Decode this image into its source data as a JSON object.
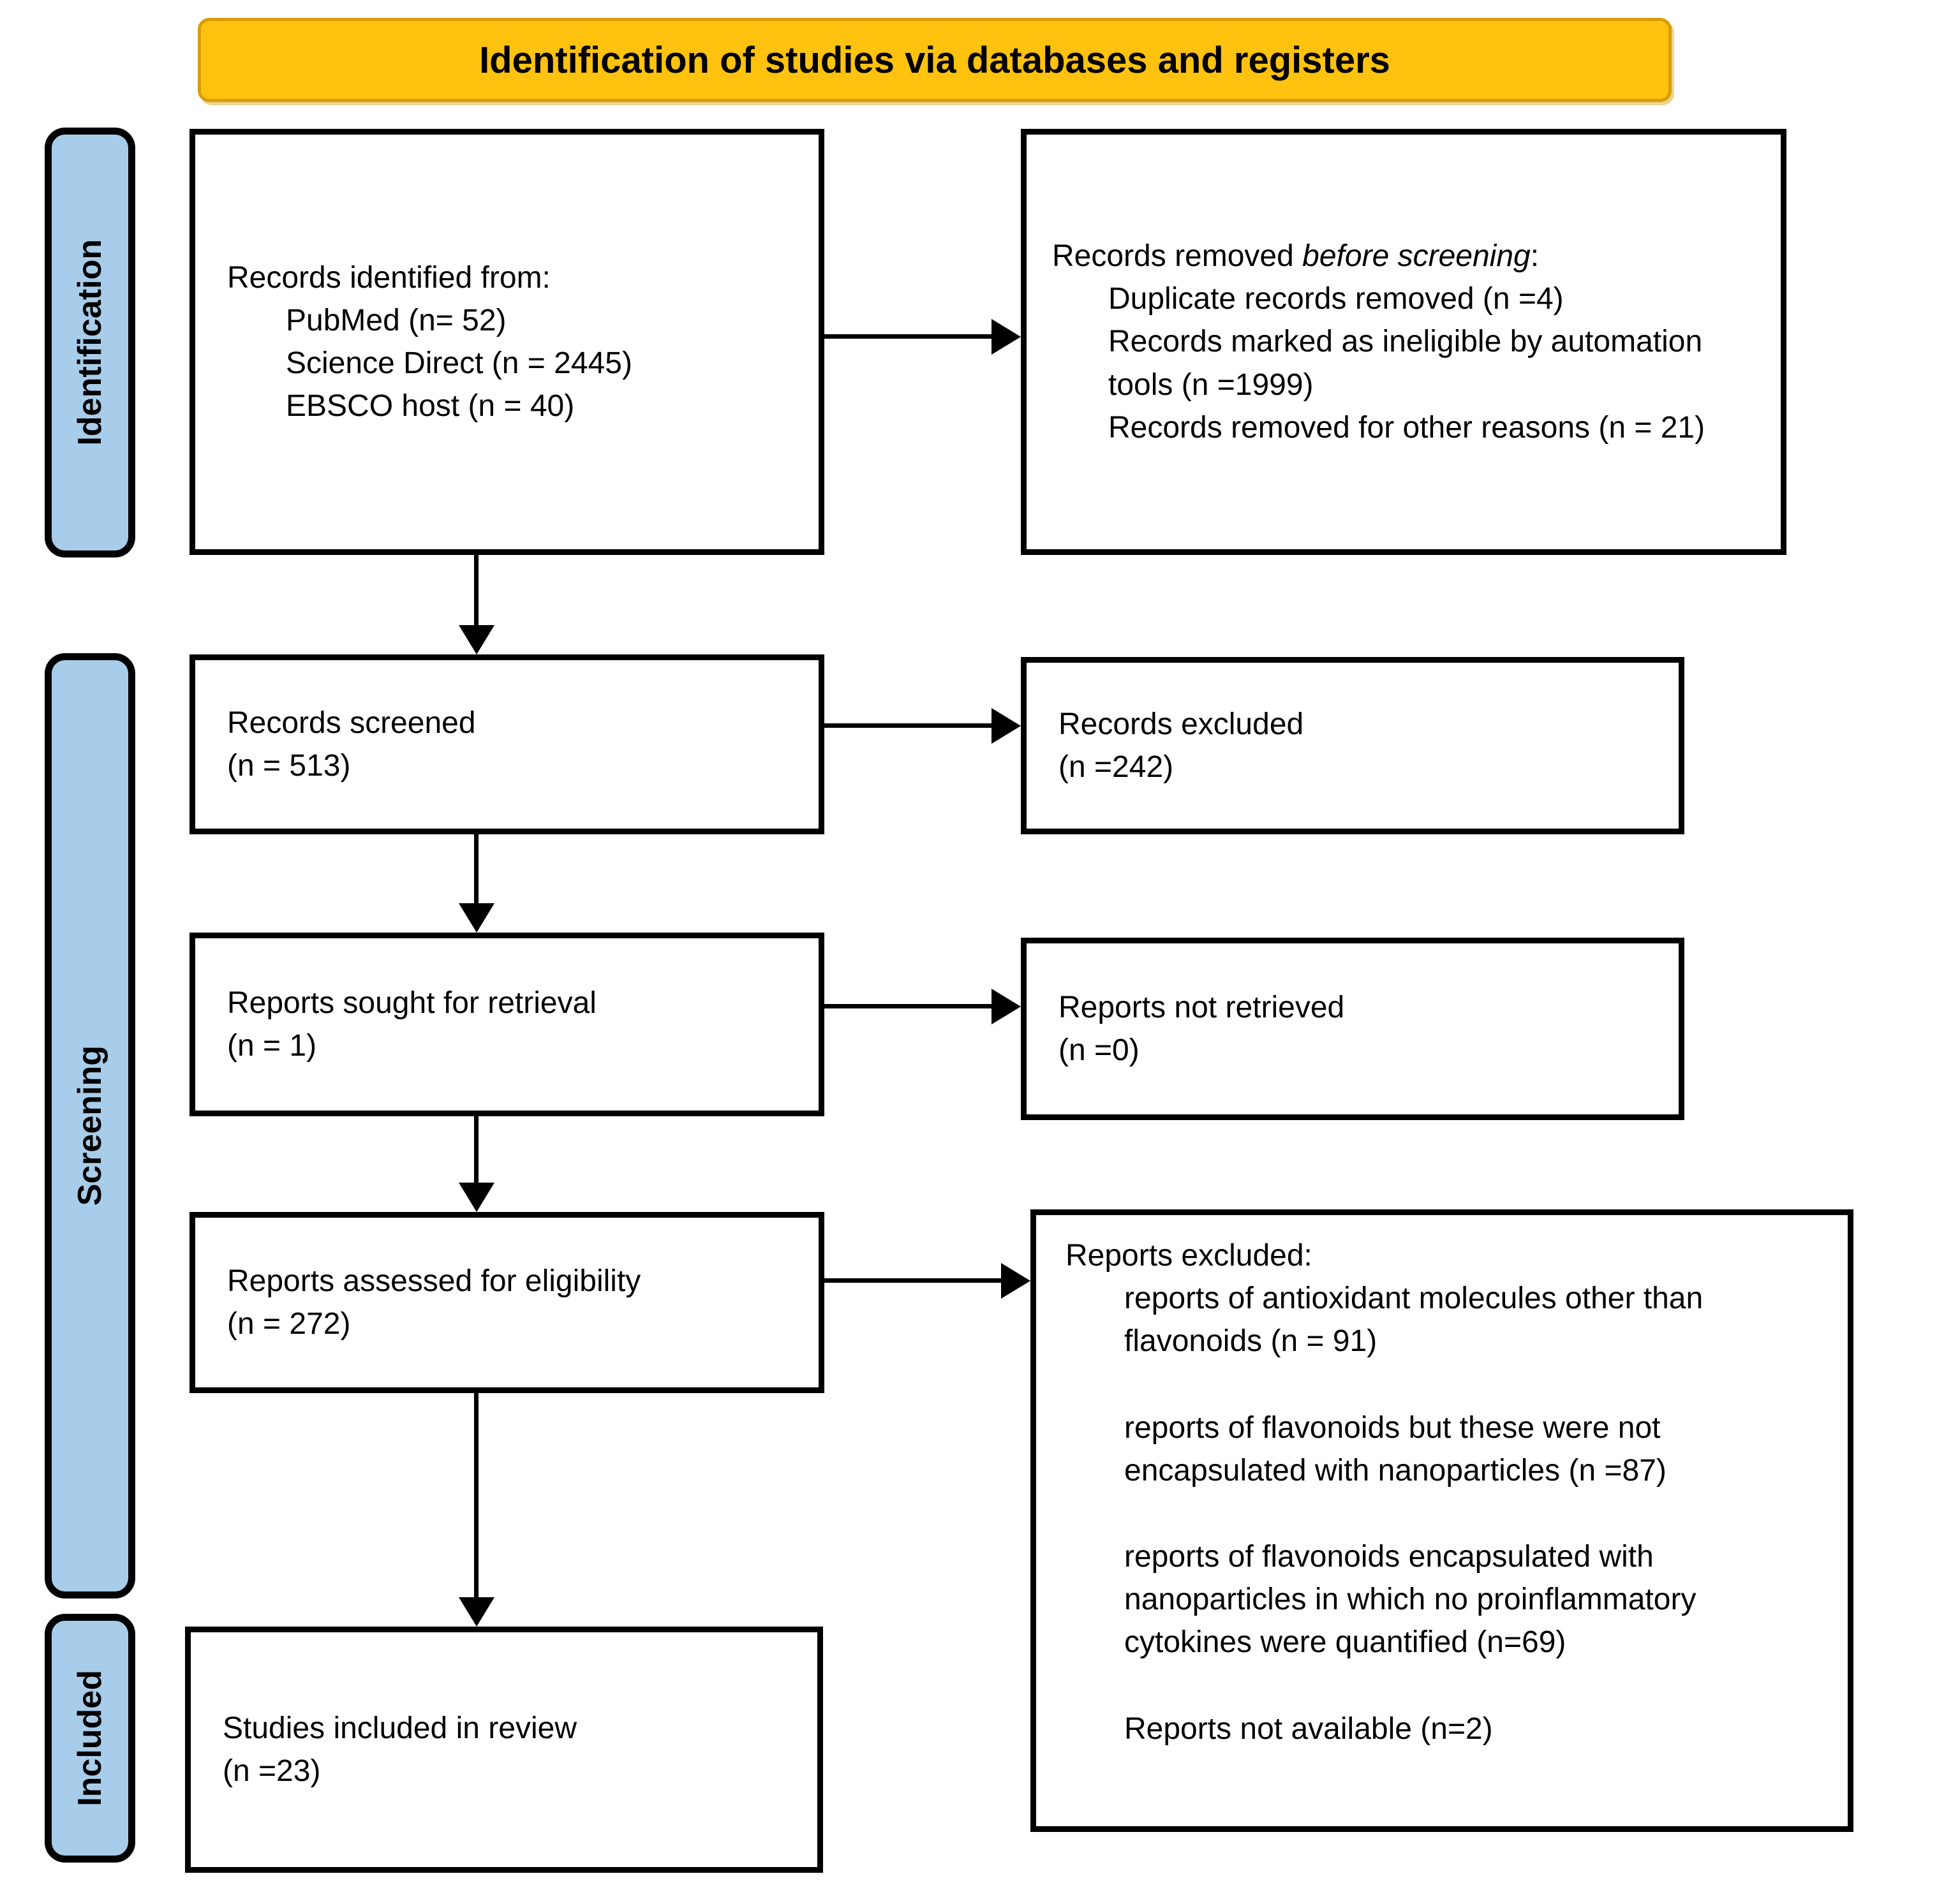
{
  "title": "Identification of studies via databases and registers",
  "colors": {
    "banner_bg": "#FFC20E",
    "banner_border": "#D99C06",
    "stage_bg": "#A8CDEA",
    "line": "#000000"
  },
  "stages": [
    "Identification",
    "Screening",
    "Included"
  ],
  "boxes": {
    "records_identified": {
      "heading": "Records identified from:",
      "items": [
        "PubMed (n= 52)",
        "Science Direct (n = 2445)",
        "EBSCO host (n = 40)"
      ]
    },
    "records_removed": {
      "heading_prefix": "Records removed ",
      "heading_italic": "before screening",
      "heading_suffix": ":",
      "items": [
        "Duplicate records removed (n =4)",
        "Records marked as ineligible by automation tools (n =1999)",
        "Records removed for other reasons (n = 21)"
      ]
    },
    "records_screened": {
      "label": "Records screened",
      "count": "(n = 513)"
    },
    "records_excluded": {
      "label": "Records excluded",
      "count": "(n =242)"
    },
    "reports_sought": {
      "label": "Reports sought for retrieval",
      "count": "(n = 1)"
    },
    "reports_not_retrieved": {
      "label": "Reports not retrieved",
      "count": "(n =0)"
    },
    "reports_assessed": {
      "label": "Reports assessed for eligibility",
      "count": "(n = 272)"
    },
    "reports_excluded": {
      "heading": "Reports excluded:",
      "items": [
        "reports of antioxidant molecules other than flavonoids (n = 91)",
        "reports of flavonoids but these were not encapsulated with nanoparticles (n =87)",
        "reports of flavonoids encapsulated with nanoparticles in which no proinflammatory cytokines were quantified (n=69)",
        "Reports not available (n=2)"
      ]
    },
    "studies_included": {
      "label": "Studies included in review",
      "count": "(n =23)"
    }
  }
}
